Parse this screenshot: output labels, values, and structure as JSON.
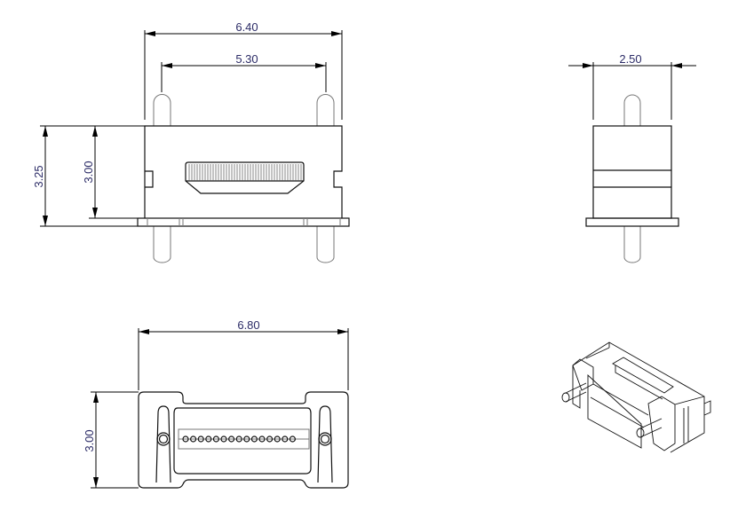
{
  "drawing": {
    "front_view": {
      "width_overall": "6.40",
      "pin_pitch": "5.30",
      "height_overall": "3.25",
      "body_height": "3.00"
    },
    "side_view": {
      "depth": "2.50"
    },
    "bottom_view": {
      "width_overall": "6.80",
      "body_height": "3.00",
      "contact_count": 15
    }
  },
  "colors": {
    "dimension_text": "#2b2b66",
    "outline": "#111111"
  }
}
